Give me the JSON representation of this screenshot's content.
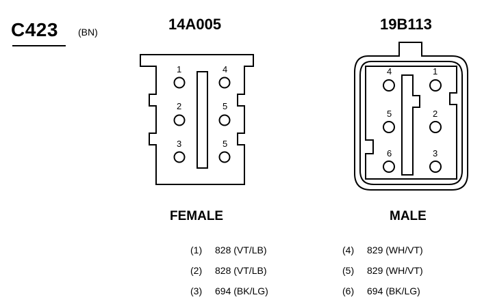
{
  "connector": {
    "id": "C423",
    "color_code": "(BN)"
  },
  "female": {
    "part_number": "14A005",
    "label": "FEMALE",
    "pins": [
      {
        "label": "1"
      },
      {
        "label": "4"
      },
      {
        "label": "2"
      },
      {
        "label": "5"
      },
      {
        "label": "3"
      },
      {
        "label": "5"
      }
    ]
  },
  "male": {
    "part_number": "19B113",
    "label": "MALE",
    "pins": [
      {
        "label": "4"
      },
      {
        "label": "1"
      },
      {
        "label": "5"
      },
      {
        "label": "2"
      },
      {
        "label": "6"
      },
      {
        "label": "3"
      }
    ]
  },
  "circuits": {
    "left": [
      {
        "pin": "(1)",
        "circuit": "828 (VT/LB)"
      },
      {
        "pin": "(2)",
        "circuit": "828 (VT/LB)"
      },
      {
        "pin": "(3)",
        "circuit": "694 (BK/LG)"
      }
    ],
    "right": [
      {
        "pin": "(4)",
        "circuit": "829 (WH/VT)"
      },
      {
        "pin": "(5)",
        "circuit": "829 (WH/VT)"
      },
      {
        "pin": "(6)",
        "circuit": "694 (BK/LG)"
      }
    ]
  },
  "colors": {
    "ink": "#000000",
    "background": "#ffffff"
  }
}
